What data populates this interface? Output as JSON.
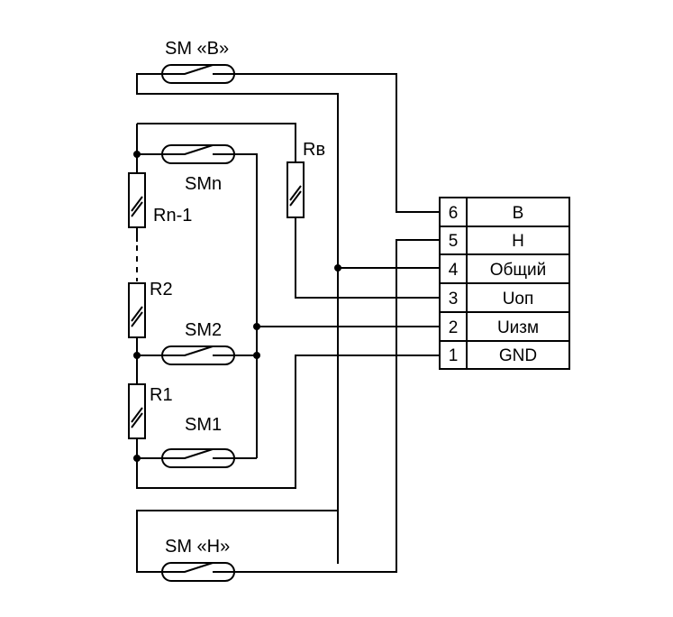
{
  "switches": {
    "sm_upper": "SM «В»",
    "sm_n": "SMn",
    "sm_2": "SM2",
    "sm_1": "SM1",
    "sm_lower": "SM «Н»"
  },
  "resistors": {
    "r_v": "Rв",
    "r_n1": "Rn-1",
    "r_2": "R2",
    "r_1": "R1"
  },
  "terminal_block": {
    "rows": [
      {
        "num": "6",
        "label": "В"
      },
      {
        "num": "5",
        "label": "Н"
      },
      {
        "num": "4",
        "label": "Общий"
      },
      {
        "num": "3",
        "label": "Uоп"
      },
      {
        "num": "2",
        "label": "Uизм"
      },
      {
        "num": "1",
        "label": "GND"
      }
    ]
  }
}
